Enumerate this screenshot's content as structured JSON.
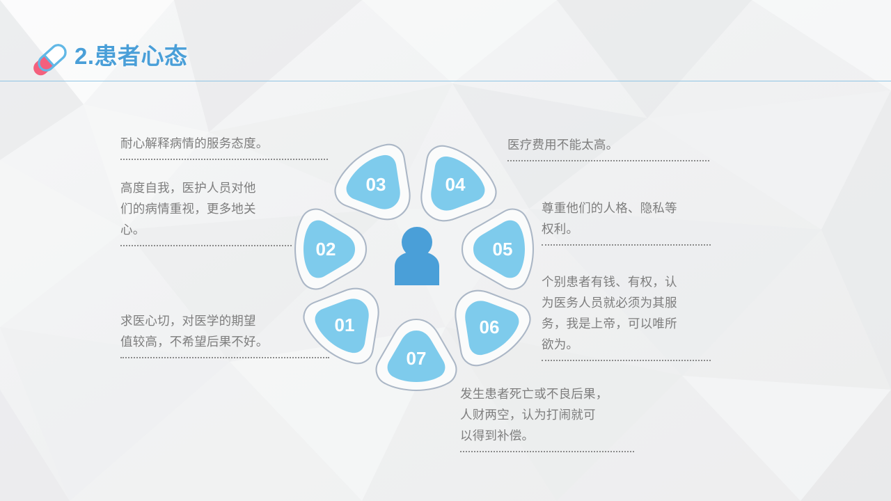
{
  "header": {
    "title": "2.患者心态",
    "icon": "pill-capsule-icon",
    "title_color": "#4a9fd8",
    "rule_color": "#8fc4e4"
  },
  "theme": {
    "background": "#f1f2f3",
    "petal_fill": "#7ecbec",
    "petal_outline": "#a8b4c4",
    "center_icon_color": "#4a9fd8",
    "text_color": "#7d7d7d",
    "dotted_rule_color": "#8a8a8a"
  },
  "diagram": {
    "center_icon": "person-icon",
    "petals": [
      {
        "id": "01",
        "label": "01"
      },
      {
        "id": "02",
        "label": "02"
      },
      {
        "id": "03",
        "label": "03"
      },
      {
        "id": "04",
        "label": "04"
      },
      {
        "id": "05",
        "label": "05"
      },
      {
        "id": "06",
        "label": "06"
      },
      {
        "id": "07",
        "label": "07"
      }
    ]
  },
  "notes": {
    "n03": "耐心解释病情的服务态度。",
    "n02": "高度自我，医护人员对他\n们的病情重视，更多地关\n心。",
    "n01": "求医心切，对医学的期望\n值较高，不希望后果不好。",
    "n04": "医疗费用不能太高。",
    "n05": "尊重他们的人格、隐私等\n权利。",
    "n06": "个别患者有钱、有权，认\n为医务人员就必须为其服\n务，我是上帝，可以唯所\n欲为。",
    "n07": "发生患者死亡或不良后果，\n人财两空，认为打闹就可\n以得到补偿。"
  }
}
